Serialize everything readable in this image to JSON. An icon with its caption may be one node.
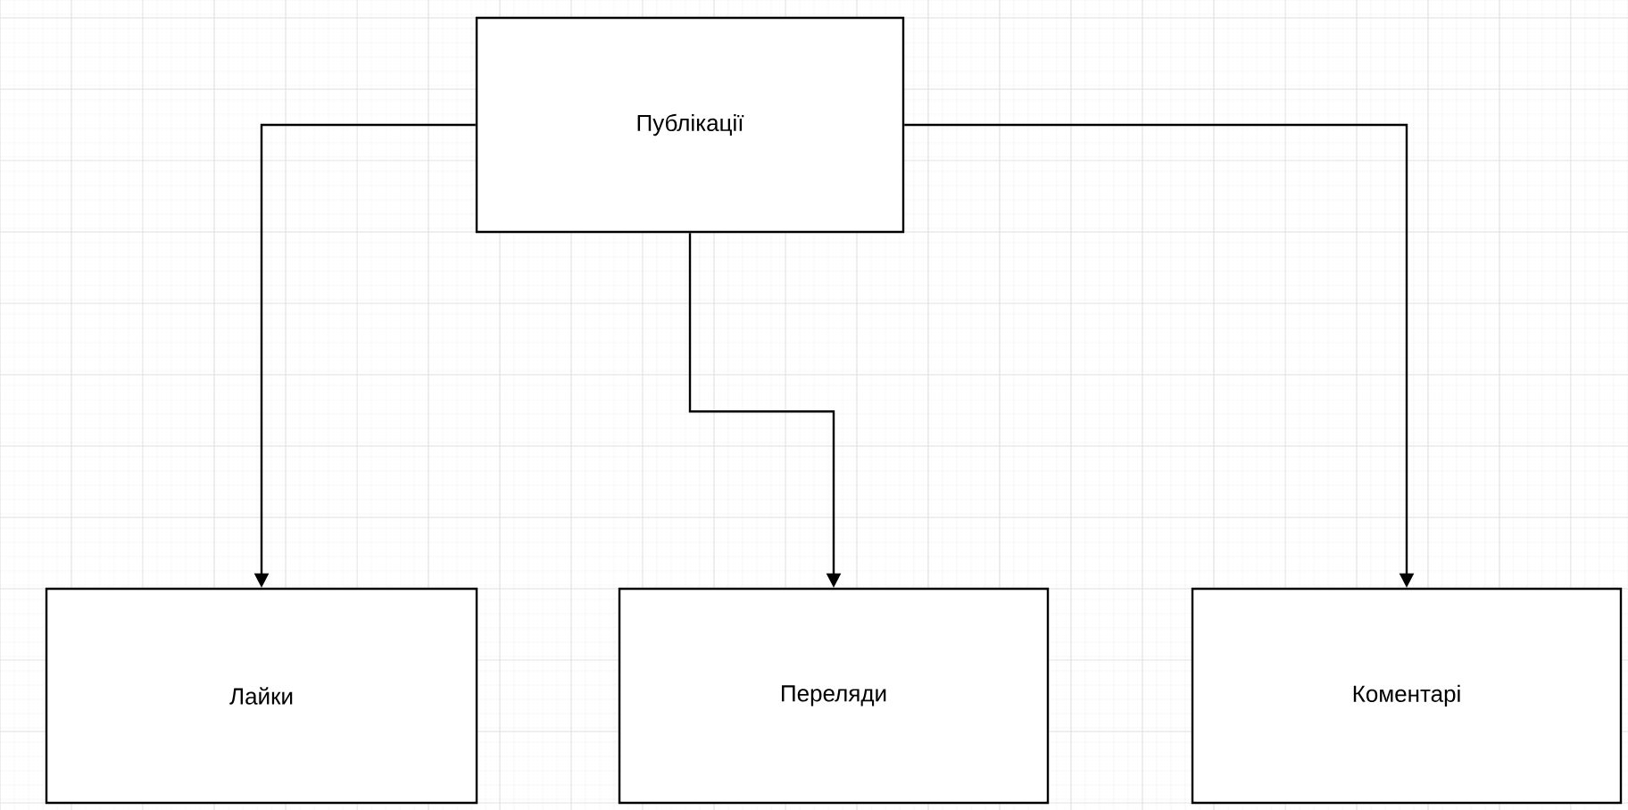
{
  "diagram": {
    "nodes": [
      {
        "text": [
          "Публікації"
        ]
      },
      {
        "text": [
          "Лайки"
        ]
      },
      {
        "text": [
          "Переляди"
        ]
      },
      {
        "text": [
          "Коментарі"
        ]
      }
    ],
    "edges": [
      {
        "from": 0,
        "to": 1,
        "arrow": "to"
      },
      {
        "from": 0,
        "to": 2,
        "arrow": "to"
      },
      {
        "from": 0,
        "to": 3,
        "arrow": "to"
      }
    ]
  }
}
